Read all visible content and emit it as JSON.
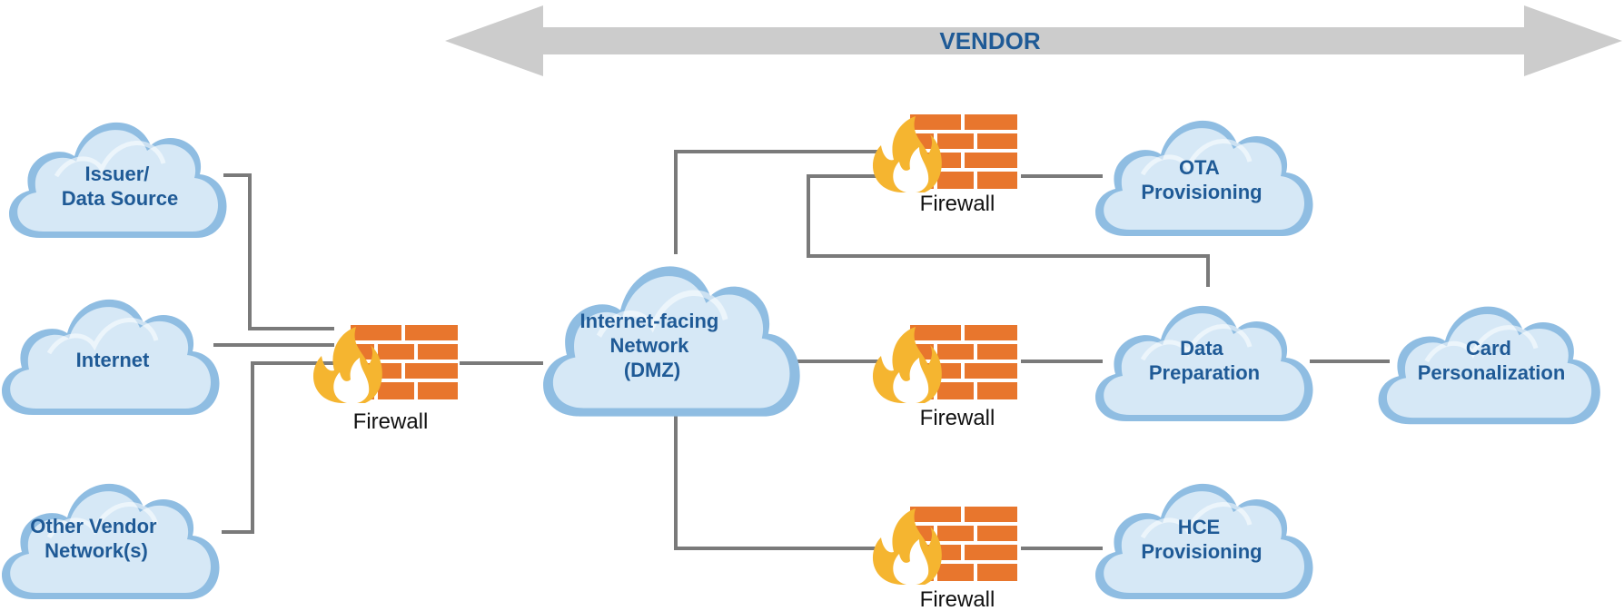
{
  "banner": {
    "label": "VENDOR",
    "color": "#cccccc"
  },
  "colors": {
    "cloud_fill": "#cfe4f4",
    "cloud_edge": "#8fbde2",
    "cloud_text": "#1f5a96",
    "connector": "#7a7a7a",
    "brick": "#e8762d",
    "flame_outer": "#f5b530",
    "flame_inner": "#ffffff"
  },
  "clouds": {
    "issuer": [
      "Issuer/",
      "Data Source"
    ],
    "internet": [
      "Internet"
    ],
    "other_vendor": [
      "Other Vendor",
      "Network(s)"
    ],
    "dmz": [
      "Internet-facing",
      "Network",
      "(DMZ)"
    ],
    "ota": [
      "OTA",
      "Provisioning"
    ],
    "data_prep": [
      "Data",
      "Preparation"
    ],
    "hce": [
      "HCE",
      "Provisioning"
    ],
    "card_perso": [
      "Card",
      "Personalization"
    ]
  },
  "firewalls": {
    "main": "Firewall",
    "ota": "Firewall",
    "data_prep": "Firewall",
    "hce": "Firewall"
  },
  "icons": {
    "cloud": "cloud-icon",
    "firewall": "firewall-icon",
    "banner": "double-arrow-icon"
  }
}
